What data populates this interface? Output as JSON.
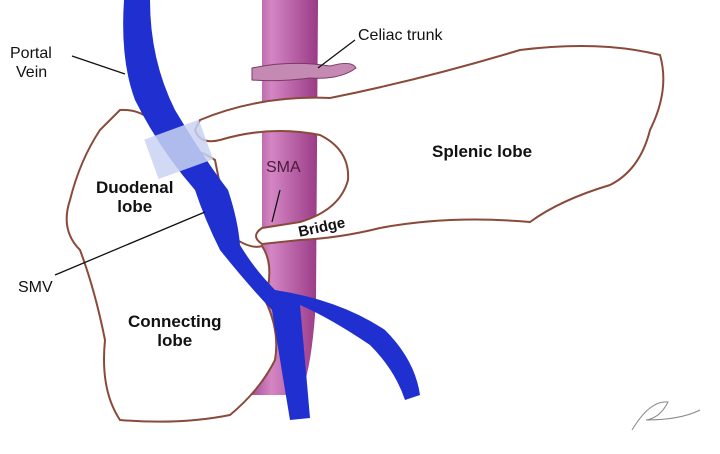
{
  "labels": {
    "portal_vein": [
      "Portal",
      "Vein"
    ],
    "celiac_trunk": "Celiac trunk",
    "splenic_lobe": "Splenic lobe",
    "sma": "SMA",
    "duodenal_lobe": [
      "Duodenal",
      "lobe"
    ],
    "bridge": "Bridge",
    "smv": "SMV",
    "connecting_lobe": [
      "Connecting",
      "lobe"
    ]
  },
  "colors": {
    "vein": "#1f2fd0",
    "artery": "#b0509a",
    "outline": "#8a4a3a"
  }
}
